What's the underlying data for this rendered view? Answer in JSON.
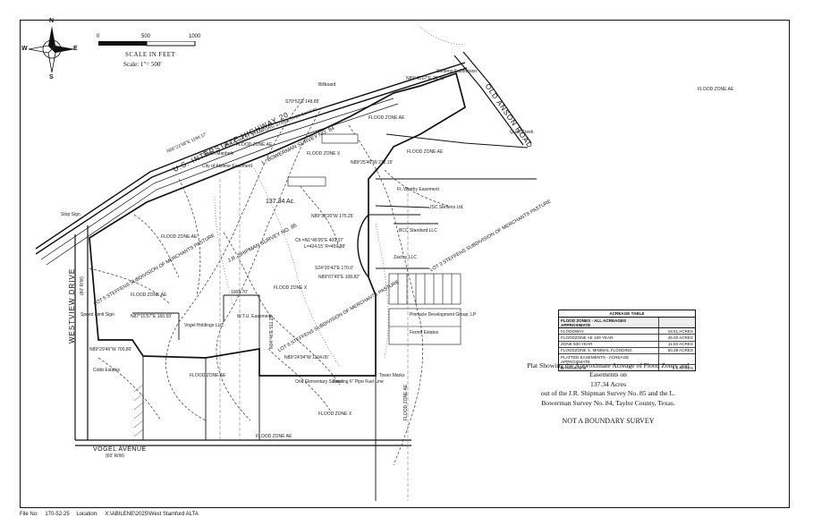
{
  "compass": {
    "n": "N",
    "s": "S",
    "e": "E",
    "w": "W"
  },
  "scale": {
    "ticks": [
      "0",
      "500",
      "1000"
    ],
    "title": "SCALE IN FEET",
    "ratio": "Scale: 1\"= 500'"
  },
  "roads": {
    "interstate": "U.S. INTERSTATE HIGHWAY 20",
    "interstate_sub": "(A.K.A. WEST STAMFORD STREET/I-20 Service)",
    "old_anson": "OLD ANSON ROAD",
    "westview": "WESTVIEW DRIVE",
    "westview_row": "(80' R/W)",
    "vogel": "VOGEL AVENUE",
    "vogel_row": "(60' R/W)"
  },
  "surveys": {
    "bowerman": "L. BOWERMAN SURVEY NO. 84",
    "shipman": "J.R. SHIPMAN SURVEY NO. 85",
    "lot6": "LOT 6 STEFFENS SUBDIVISION OF MERCHANTS PASTURE",
    "lot5": "LOT 5 STEFFENS SUBDIVISION OF MERCHANTS PASTURE",
    "lot3": "LOT 3 STEFFENS SUBDIVISION OF MERCHANTS PASTURE"
  },
  "tract": {
    "acreage": "137.34 Ac.",
    "curve1": "Ch.=N1°45'05\"E 409.37'",
    "curve2": "L=424.15' R=459.88'"
  },
  "calls": {
    "north": "N89°43'07\"E 26.35'",
    "mid": "N89°25'46\"W 272.15'",
    "east1": "N89°38'20\"W 175.25'",
    "east2": "S24°20'42\"E 170.0'",
    "east3": "N89°07'45\"E 108.82'",
    "south": "N89°24'04\"W 1104.05'",
    "west1": "N89°29'46\"W 700.80'",
    "west2": "N87°15'57\"E 160.59'",
    "inner": "1008.70'",
    "north_bend": "S70°52'E 148.85'",
    "east_vert": "N04°46'E 511.25'",
    "hwy_bearing": "N66°21'58\"E 1194.17'"
  },
  "zones": {
    "ae": "FLOOD ZONE AE",
    "x": "FLOOD ZONE X"
  },
  "owners": [
    "City of Abilene Easement",
    "Vogel Holdings LLC",
    "Steffens Subdivision",
    "Orla Elementary School",
    "Quail Creek",
    "Tower Marks",
    "Green Manhole",
    "Existing 6\" Pipe Fuel Line",
    "JSC Steffens Ltd.",
    "Ft. Worthy Easement",
    "Cobb Estates",
    "Zachry LLC",
    "Pinnacle Development Group, LP",
    "BCC Standard LLC",
    "Ferrell Estates",
    "W.T.U. Easement",
    "Speed Limit Sign",
    "Stop Sign",
    "Billboard"
  ],
  "legend_table": {
    "caption": "ACREAGE TABLE",
    "header": [
      "FLOOD ZONES - ALL ACREAGES APPROXIMATE",
      ""
    ],
    "rows": [
      [
        "FLOODWAY",
        "18.51 ACRES"
      ],
      [
        "FLOODZONE AE 100 YEAR",
        "46.00 ACRES"
      ],
      [
        "ZONE 500 YEAR",
        "11.50 ACRES"
      ],
      [
        "FLOODZONE X, MINIMAL FLOODING",
        "50.38 ACRES"
      ],
      [
        "PLATTED EASEMENTS - ACREAGE APPROXIMATE",
        ""
      ],
      [
        "EASEMENTS",
        "5.5 ACRES"
      ]
    ]
  },
  "description": {
    "line1": "Plat Showing the Approximate Acreage of Flood Zones and",
    "line2": "Easements on",
    "line3": "137.34 Acres",
    "line4": "out of the J.R. Shipman Survey No. 85 and the L.",
    "line5": "Bowerman Survey No. 84, Taylor County, Texas.",
    "disclaimer": "NOT A BOUNDARY SURVEY"
  },
  "footer": {
    "file_label": "File No:",
    "file_no": "170-52-25",
    "location_label": "Location:",
    "location": "X:\\ABILENE\\2025\\West Stamford ALTA"
  }
}
